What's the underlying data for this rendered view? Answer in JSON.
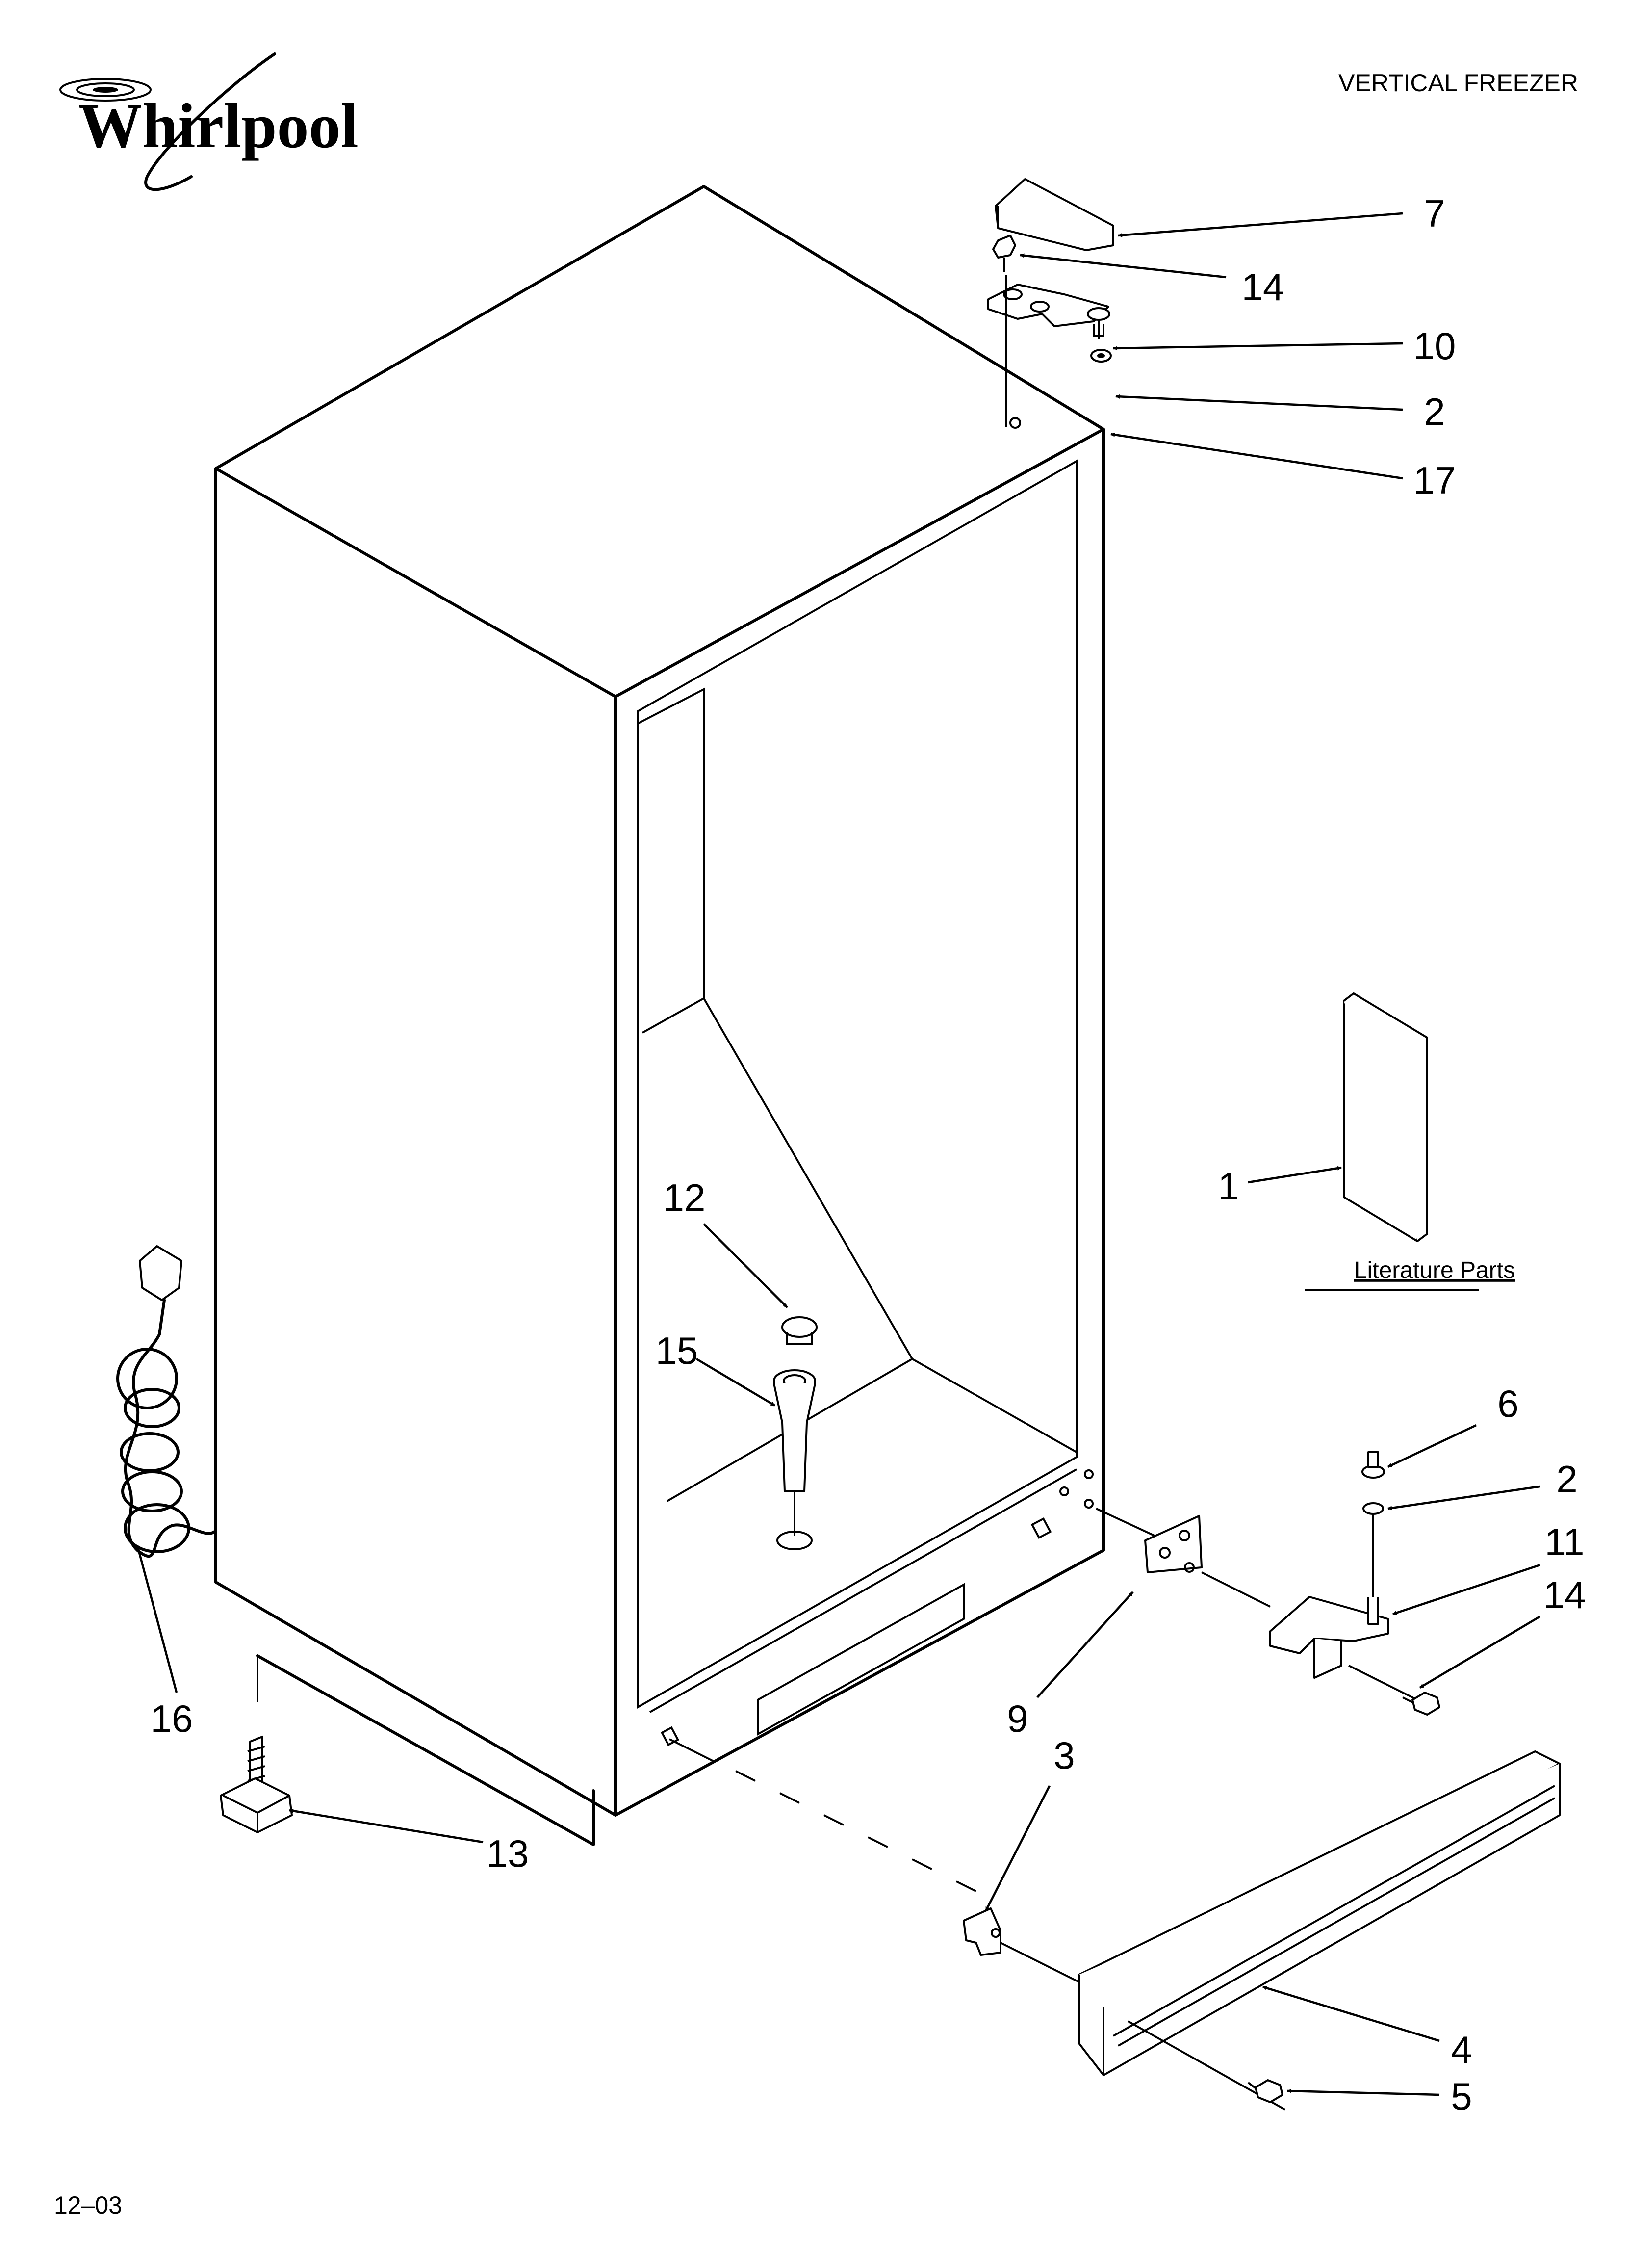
{
  "header": {
    "brand": "Whirlpool",
    "title": "VERTICAL FREEZER"
  },
  "footer": {
    "date_code": "12–03"
  },
  "literature": {
    "caption": "Literature Parts"
  },
  "callouts": [
    {
      "id": "c7",
      "number": "7"
    },
    {
      "id": "c14a",
      "number": "14"
    },
    {
      "id": "c10",
      "number": "10"
    },
    {
      "id": "c2a",
      "number": "2"
    },
    {
      "id": "c17",
      "number": "17"
    },
    {
      "id": "c1",
      "number": "1"
    },
    {
      "id": "c12",
      "number": "12"
    },
    {
      "id": "c15",
      "number": "15"
    },
    {
      "id": "c6",
      "number": "6"
    },
    {
      "id": "c2b",
      "number": "2"
    },
    {
      "id": "c11",
      "number": "11"
    },
    {
      "id": "c14b",
      "number": "14"
    },
    {
      "id": "c16",
      "number": "16"
    },
    {
      "id": "c9",
      "number": "9"
    },
    {
      "id": "c3",
      "number": "3"
    },
    {
      "id": "c13",
      "number": "13"
    },
    {
      "id": "c4",
      "number": "4"
    },
    {
      "id": "c5",
      "number": "5"
    }
  ],
  "icons": {
    "logo": "whirlpool-swirl-logo",
    "arrow": "arrowhead-icon"
  }
}
